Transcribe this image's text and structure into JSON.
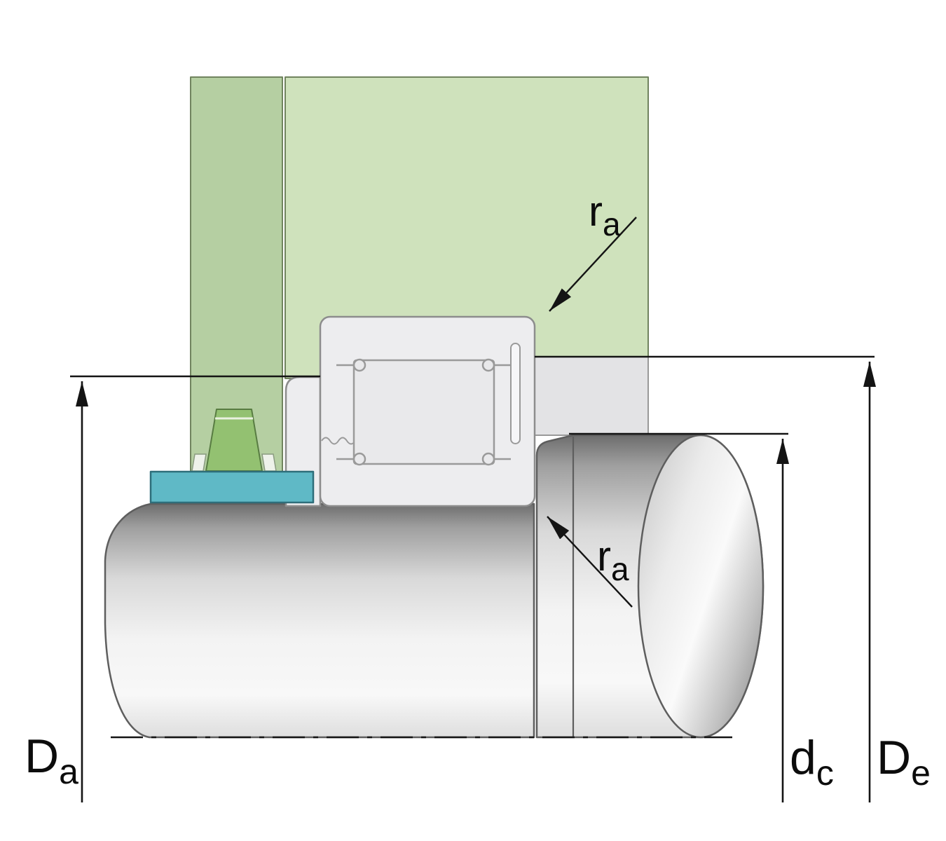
{
  "diagram": {
    "type": "bearing-mounting-cross-section",
    "labels": {
      "da": {
        "base": "D",
        "sub": "a"
      },
      "dc": {
        "base": "d",
        "sub": "c"
      },
      "de": {
        "base": "D",
        "sub": "e"
      },
      "ra1": {
        "base": "r",
        "sub": "a"
      },
      "ra2": {
        "base": "r",
        "sub": "a"
      }
    },
    "colors": {
      "housing_green": "#cfe2bc",
      "housing_strip_green": "#b5cfa2",
      "seal_green": "#93c171",
      "washer_teal": "#5fb9c6",
      "bearing_grey": "#ededef",
      "roller_grey": "#e9e9eb",
      "recess_grey": "#e3e3e5",
      "slot_grey": "#f6f6f8",
      "dimension_black": "#141414"
    }
  }
}
